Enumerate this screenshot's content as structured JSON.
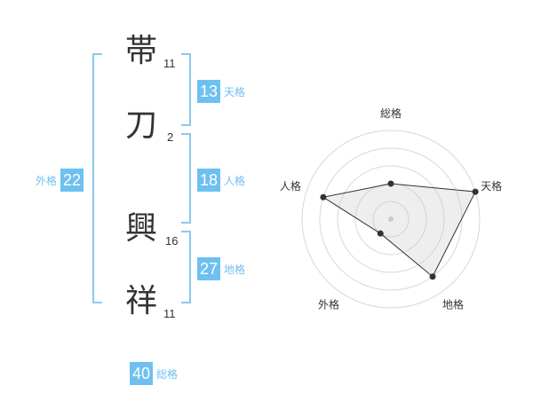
{
  "name": {
    "chars": [
      {
        "char": "帯",
        "strokes": "11"
      },
      {
        "char": "刀",
        "strokes": "2"
      },
      {
        "char": "興",
        "strokes": "16"
      },
      {
        "char": "祥",
        "strokes": "11"
      }
    ]
  },
  "fortunes": {
    "tenkaku": {
      "value": "13",
      "label": "天格"
    },
    "jinkaku": {
      "value": "18",
      "label": "人格"
    },
    "chikaku": {
      "value": "27",
      "label": "地格"
    },
    "gaikaku": {
      "value": "22",
      "label": "外格"
    },
    "soukaku": {
      "value": "40",
      "label": "総格"
    }
  },
  "colors": {
    "accent": "#6ec0f0",
    "bracket": "#8cc8ee",
    "text": "#333333"
  },
  "chart_data": {
    "type": "radar",
    "axes": [
      "総格",
      "天格",
      "地格",
      "外格",
      "人格"
    ],
    "values": [
      2,
      5,
      4,
      1,
      4
    ],
    "max": 5,
    "rings": 5
  }
}
